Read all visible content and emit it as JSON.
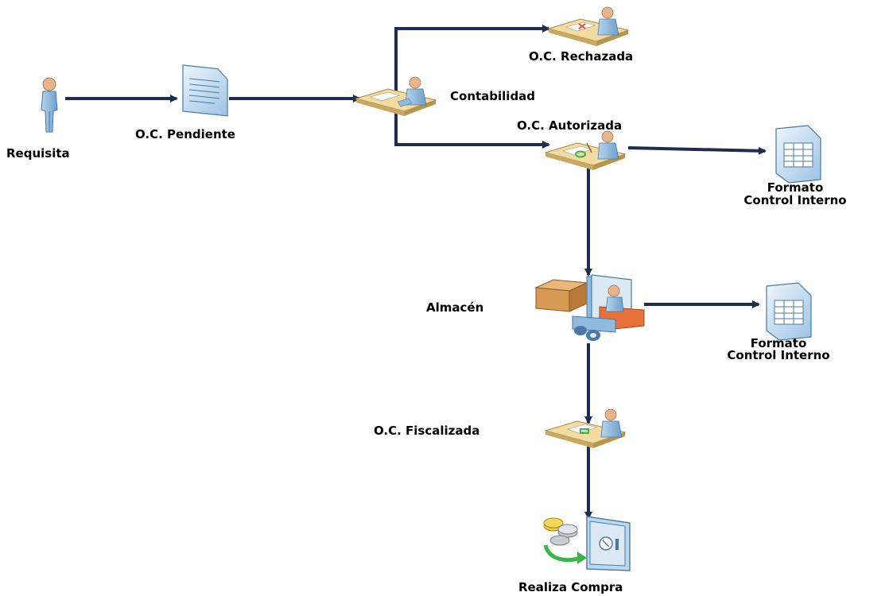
{
  "diagram": {
    "nodes": {
      "requisita": "Requisita",
      "pendiente": "O.C. Pendiente",
      "contabilidad": "Contabilidad",
      "rechazada": "O.C. Rechazada",
      "autorizada": "O.C. Autorizada",
      "formato1_line1": "Formato",
      "formato1_line2": "Control Interno",
      "almacen": "Almacén",
      "formato2_line1": "Formato",
      "formato2_line2": "Control Interno",
      "fiscalizada": "O.C. Fiscalizada",
      "realiza_compra": "Realiza Compra"
    },
    "icons": {
      "requisita": "person-icon",
      "pendiente": "document-icon",
      "contabilidad": "worker-desk-icon",
      "rechazada": "worker-desk-rejected-icon",
      "autorizada": "worker-desk-approved-icon",
      "formato": "spreadsheet-document-icon",
      "almacen": "forklift-icon",
      "fiscalizada": "worker-desk-approved-icon",
      "realiza_compra": "safe-with-coins-icon"
    },
    "colors": {
      "connector": "#1f2d4d",
      "icon_blue": "#8fb9de",
      "desk": "#f2dca0",
      "approved": "#3bb54a",
      "rejected": "#e04a3c"
    }
  }
}
